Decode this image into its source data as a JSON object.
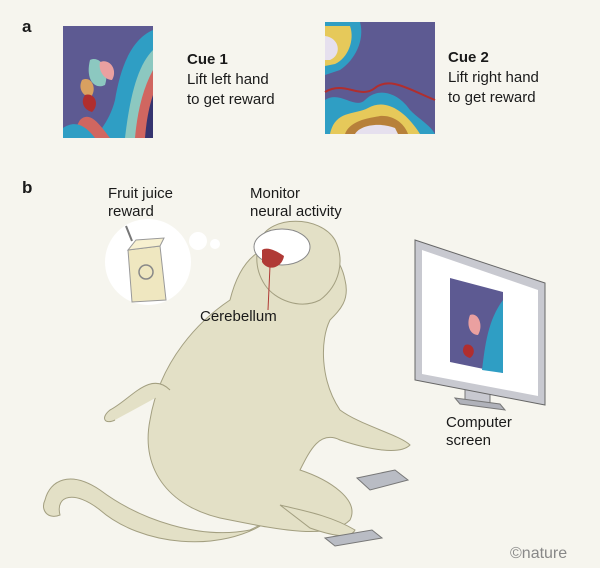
{
  "panel_a": {
    "label": "a",
    "cue1": {
      "title": "Cue 1",
      "line1": "Lift left hand",
      "line2": "to get reward"
    },
    "cue2": {
      "title": "Cue 2",
      "line1": "Lift right hand",
      "line2": "to get reward"
    }
  },
  "panel_b": {
    "label": "b",
    "juice": {
      "line1": "Fruit juice",
      "line2": "reward"
    },
    "monitor": {
      "line1": "Monitor",
      "line2": "neural activity"
    },
    "cerebellum": "Cerebellum",
    "screen": {
      "line1": "Computer",
      "line2": "screen"
    }
  },
  "credit": "©nature",
  "colors": {
    "background": "#f6f5ee",
    "cue_bg": "#5d5a92",
    "monkey": "#e3e0c6",
    "cerebellum": "#b03a36"
  }
}
